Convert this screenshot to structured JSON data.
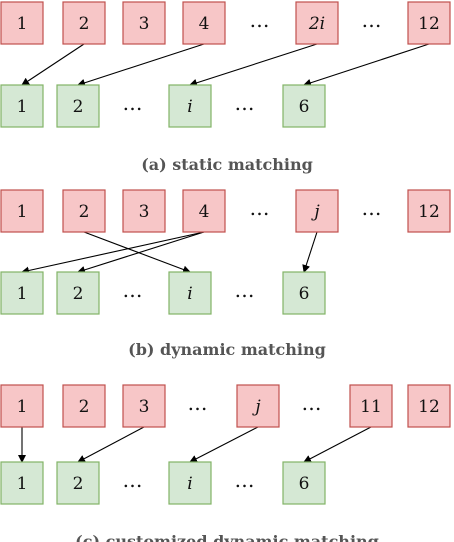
{
  "colors": {
    "red_fill": "#f7c6c7",
    "red_stroke": "#c0504d",
    "green_fill": "#d5e8d4",
    "green_stroke": "#82b366",
    "arrow": "#000000",
    "caption": "#555555"
  },
  "panels": [
    {
      "caption": "(a) static matching",
      "top": [
        "1",
        "2",
        "3",
        "4",
        "…",
        "2i",
        "…",
        "12"
      ],
      "bottom": [
        "1",
        "2",
        "…",
        "i",
        "…",
        "6"
      ],
      "arrows": [
        {
          "from": "2",
          "to": "1"
        },
        {
          "from": "4",
          "to": "2"
        },
        {
          "from": "2i",
          "to": "i"
        },
        {
          "from": "12",
          "to": "6"
        }
      ]
    },
    {
      "caption": "(b) dynamic matching",
      "top": [
        "1",
        "2",
        "3",
        "4",
        "…",
        "j",
        "…",
        "12"
      ],
      "bottom": [
        "1",
        "2",
        "…",
        "i",
        "…",
        "6"
      ],
      "arrows": [
        {
          "from": "4",
          "to": "1"
        },
        {
          "from": "4",
          "to": "2"
        },
        {
          "from": "2",
          "to": "i"
        },
        {
          "from": "j",
          "to": "6"
        }
      ]
    },
    {
      "caption": "(c) customized dynamic matching",
      "top": [
        "1",
        "2",
        "3",
        "…",
        "j",
        "…",
        "11",
        "12"
      ],
      "bottom": [
        "1",
        "2",
        "…",
        "i",
        "…",
        "6"
      ],
      "arrows": [
        {
          "from": "1",
          "to": "1"
        },
        {
          "from": "3",
          "to": "2"
        },
        {
          "from": "j",
          "to": "i"
        },
        {
          "from": "11",
          "to": "6"
        }
      ]
    }
  ]
}
